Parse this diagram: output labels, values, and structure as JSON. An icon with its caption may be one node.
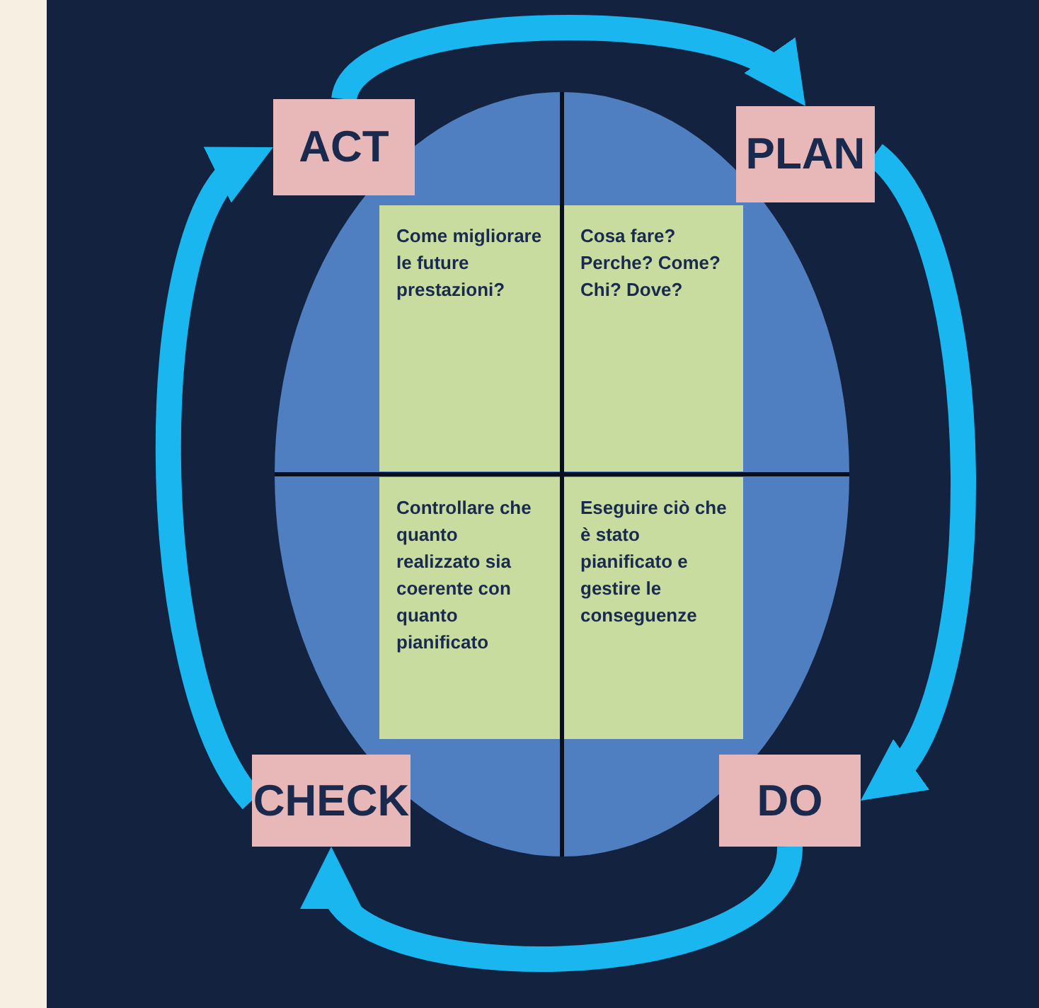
{
  "diagram": {
    "nodes": [
      {
        "text": [
          "ACT"
        ]
      },
      {
        "text": [
          "PLAN"
        ]
      },
      {
        "text": [
          "Come migliorare le future prestazioni?"
        ]
      },
      {
        "text": [
          "Cosa fare? Perche? Come? Chi? Dove?"
        ]
      },
      {
        "text": [
          "Controllare che quanto realizzato sia coerente con quanto pianificato"
        ]
      },
      {
        "text": [
          "Eseguire ciò che è stato pianificato e gestire le conseguenze"
        ]
      },
      {
        "text": [
          "CHECK"
        ]
      },
      {
        "text": [
          "DO"
        ]
      }
    ],
    "edges": [
      {
        "from": 0,
        "to": 1,
        "arrow": "to"
      },
      {
        "from": 1,
        "to": 7,
        "arrow": "to"
      },
      {
        "from": 7,
        "to": 6,
        "arrow": "to"
      },
      {
        "from": 6,
        "to": 0,
        "arrow": "to"
      }
    ]
  }
}
